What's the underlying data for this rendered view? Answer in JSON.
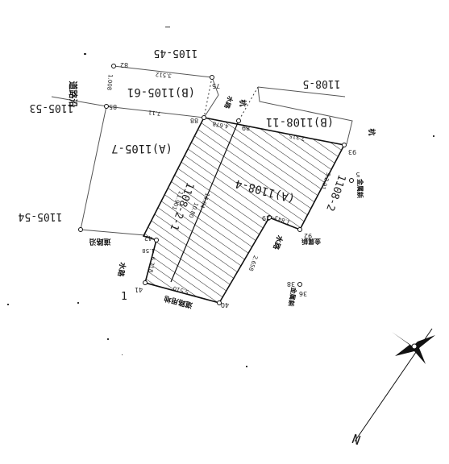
{
  "plat": {
    "parcels": {
      "p1105_45": "1105-45",
      "p1105_53": "1105-53",
      "p1105_54": "1105-54",
      "p1108_5": "1108-5",
      "b1105_61": "(B)1105-61",
      "b1108_11": "(B)1108-11",
      "a1105_7": "(A)1105-7",
      "a1108_4": "(A)1108-4",
      "p1108_2": "1108-2",
      "p1108_2_1": "1108-2-1",
      "p1": "1"
    },
    "points": [
      "82",
      "75",
      "85",
      "88",
      "89",
      "93",
      "29",
      "92",
      "38",
      "40",
      "41",
      "42",
      "5",
      "36"
    ],
    "distances": [
      "1.008",
      "3.512",
      "7.11",
      "4.678",
      "7.315",
      "1.843",
      "1.58",
      "6.718",
      "5.510",
      "2.658",
      "11.901",
      "14.04",
      "9.2.91",
      "10.80"
    ],
    "annotations": {
      "road_top_left": "道路沿",
      "road_bottom_left": "道路沿",
      "marker_top": "杭",
      "marker_right": "杭",
      "kanamono_5": "金属鋲",
      "kanamono_92": "金属鋲",
      "kanamono_36": "金属鋲",
      "right_road_chars": "水路",
      "bottom_road_chars": "道路用地",
      "lower_left_chars": "水路",
      "top_center_marks": "水路"
    },
    "north": "N"
  }
}
